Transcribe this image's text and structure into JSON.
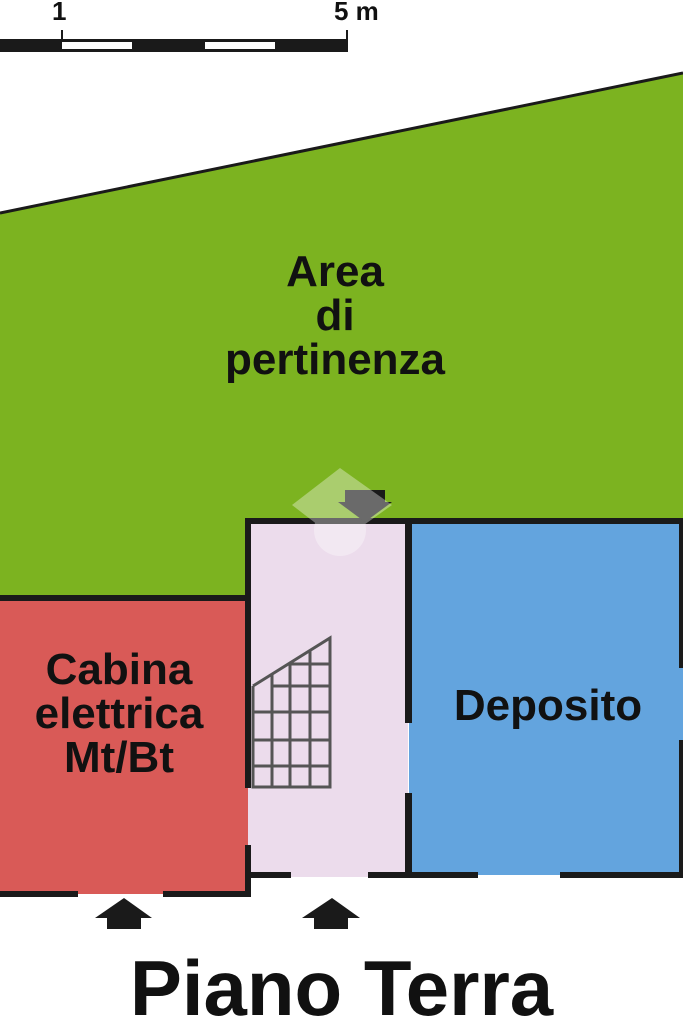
{
  "scale_bar": {
    "start_label": "1",
    "end_label": "5 m"
  },
  "areas": {
    "garden": {
      "label_lines": [
        "Area",
        "di",
        "pertinenza"
      ],
      "color": "#7cb320"
    },
    "cabin": {
      "label_lines": [
        "Cabina",
        "elettrica",
        "Mt/Bt"
      ],
      "color": "#d95a57"
    },
    "stair": {
      "color": "#ecdcec"
    },
    "storage": {
      "label_lines": [
        "Deposito"
      ],
      "color": "#63a4de"
    }
  },
  "wall_color": "#1a1a1a",
  "title": "Piano Terra",
  "icons": [
    "entrance-arrow-icon",
    "stair-direction-arrow-icon",
    "watermark-logo"
  ]
}
